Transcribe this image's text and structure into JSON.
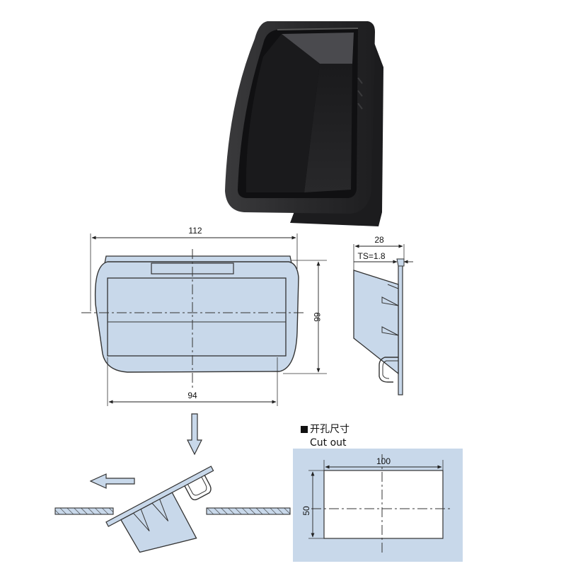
{
  "front_view": {
    "overall_width": "112",
    "inner_width": "94",
    "height": "66"
  },
  "side_view": {
    "depth": "28",
    "thickness": "TS=1.8"
  },
  "cutout": {
    "title_cn": "开孔尺寸",
    "title_en": "Cut out",
    "width": "100",
    "height": "50"
  },
  "colors": {
    "fill": "#c8d8ea",
    "line": "#3a3a3a",
    "product": "#2a2a2c"
  }
}
